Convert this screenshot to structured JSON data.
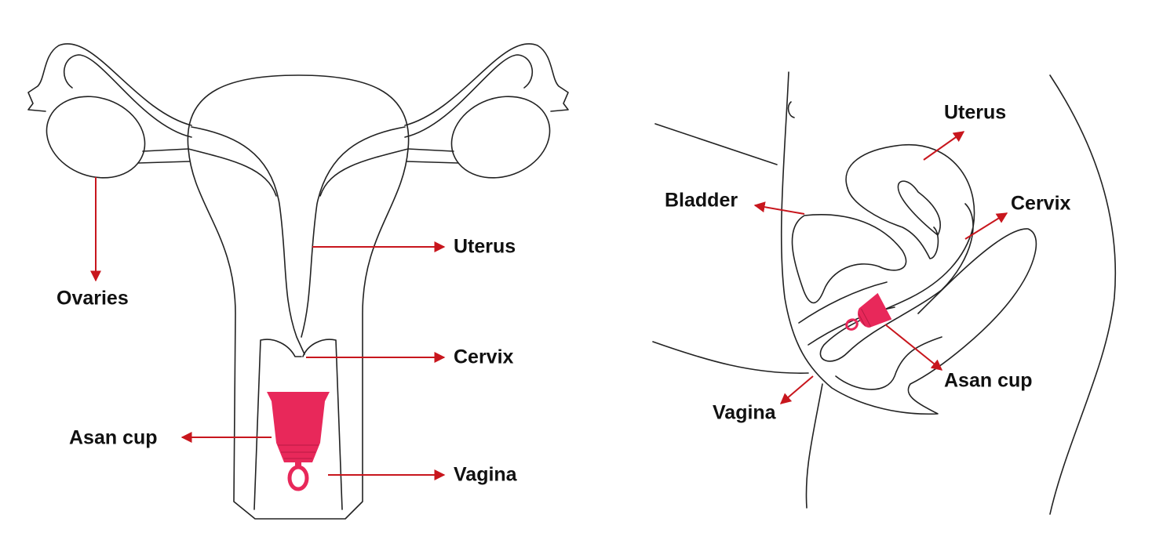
{
  "colors": {
    "cup": "#e8285a",
    "arrow": "#c8161d",
    "outline": "#222222"
  },
  "front_view": {
    "labels": {
      "ovaries": "Ovaries",
      "uterus": "Uterus",
      "cervix": "Cervix",
      "cup": "Asan cup",
      "vagina": "Vagina"
    }
  },
  "side_view": {
    "labels": {
      "uterus": "Uterus",
      "bladder": "Bladder",
      "cervix": "Cervix",
      "cup": "Asan cup",
      "vagina": "Vagina"
    }
  }
}
